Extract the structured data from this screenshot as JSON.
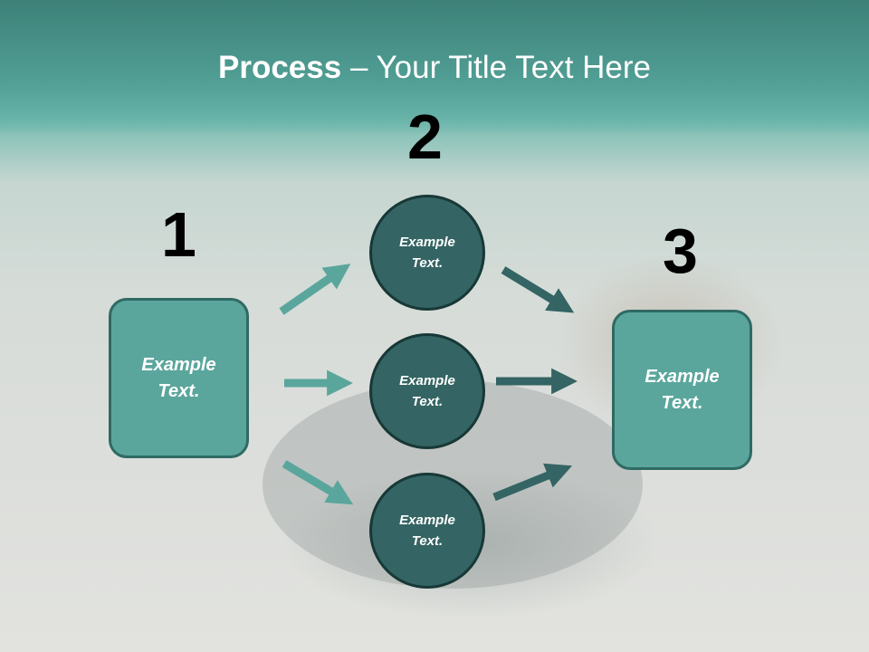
{
  "slide": {
    "title_bold": "Process",
    "title_rest": " – Your Title Text Here"
  },
  "steps": {
    "step1": {
      "number": "1",
      "text": "Example\nText."
    },
    "step2": {
      "number": "2"
    },
    "step3": {
      "number": "3",
      "text": "Example\nText."
    }
  },
  "circles": [
    {
      "text": "Example\nText."
    },
    {
      "text": "Example\nText."
    },
    {
      "text": "Example\nText."
    }
  ],
  "colors": {
    "box_fill": "#5aa69c",
    "circle_fill": "#346463",
    "arrow_light": "#5aa69c",
    "arrow_dark": "#346463"
  }
}
